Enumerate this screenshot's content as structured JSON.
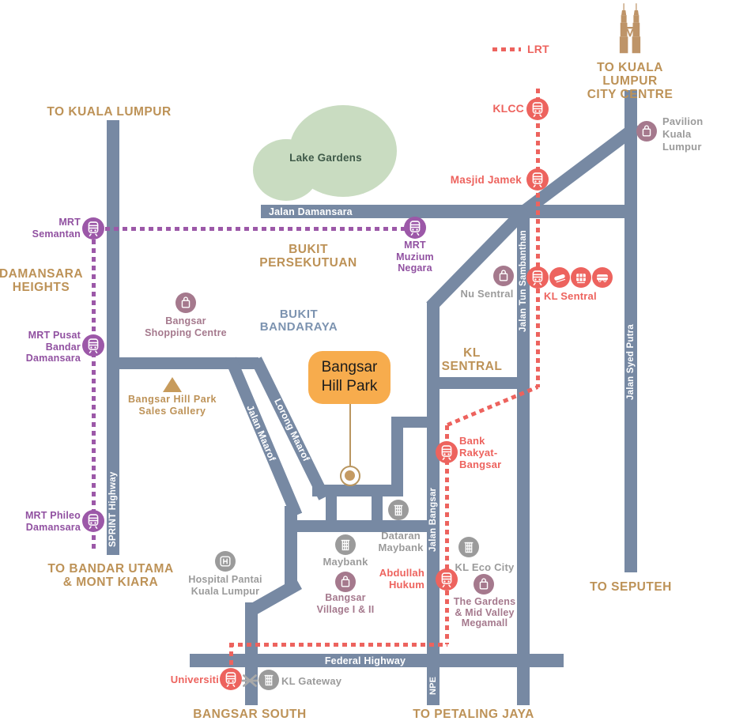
{
  "legend": {
    "lrt": "LRT"
  },
  "directions": {
    "kl_city_centre": "TO KUALA LUMPUR\nCITY CENTRE",
    "kuala_lumpur": "TO KUALA LUMPUR",
    "bandar_utama": "TO BANDAR UTAMA\n& MONT KIARA",
    "seputeh": "TO SEPUTEH",
    "petaling_jaya": "TO PETALING JAYA"
  },
  "areas": {
    "damansara_heights": "DAMANSARA\nHEIGHTS",
    "bukit_persekutuan": "BUKIT\nPERSEKUTUAN",
    "bukit_bandaraya": "BUKIT\nBANDARAYA",
    "kl_sentral": "KL\nSENTRAL",
    "bangsar_south": "BANGSAR SOUTH",
    "lake_gardens": "Lake Gardens"
  },
  "roads": {
    "jalan_damansara": "Jalan Damansara",
    "sprint_highway": "SPRINT Highway",
    "jalan_tun_sambanthan": "Jalan Tun Sambanthan",
    "jalan_syed_putra": "Jalan Syed Putra",
    "jalan_bangsar": "Jalan Bangsar",
    "jalan_maarof": "Jalan Maarof",
    "lorong_maarof": "Lorong Maarof",
    "federal_highway": "Federal Highway",
    "npe": "NPE"
  },
  "mrt_stations": {
    "semantan": "MRT\nSemantan",
    "pusat_bandar_damansara": "MRT Pusat\nBandar\nDamansara",
    "phileo_damansara": "MRT Phileo\nDamansara",
    "muzium_negara": "MRT\nMuzium\nNegara"
  },
  "lrt_stations": {
    "klcc": "KLCC",
    "masjid_jamek": "Masjid Jamek",
    "kl_sentral": "KL Sentral",
    "bank_rakyat": "Bank\nRakyat-\nBangsar",
    "abdullah_hukum": "Abdullah\nHukum",
    "universiti": "Universiti"
  },
  "places": {
    "pavilion": "Pavilion\nKuala Lumpur",
    "nu_sentral": "Nu Sentral",
    "bangsar_shopping_centre": "Bangsar\nShopping Centre",
    "sales_gallery": "Bangsar Hill Park\nSales Gallery",
    "hospital_pantai": "Hospital Pantai\nKuala Lumpur",
    "maybank": "Maybank",
    "dataran_maybank": "Dataran\nMaybank",
    "kl_eco_city": "KL Eco City",
    "gardens_midvalley": "The Gardens\n& Mid Valley\nMegamall",
    "bangsar_village": "Bangsar\nVillage I & II",
    "kl_gateway": "KL Gateway"
  },
  "callout": {
    "name": "Bangsar\nHill Park"
  },
  "colors": {
    "road": "#7789A3",
    "gold_text": "#BD9257",
    "mrt_purple": "#9C58A8",
    "lrt_red": "#ED635E",
    "mauve": "#A5798D",
    "gray": "#9B9B9B",
    "lake_fill": "#C9DCC1",
    "lake_text": "#3F5A49",
    "area_blue": "#7C93B0",
    "callout_orange": "#F7AC4D",
    "towers_gold": "#BE9468"
  }
}
